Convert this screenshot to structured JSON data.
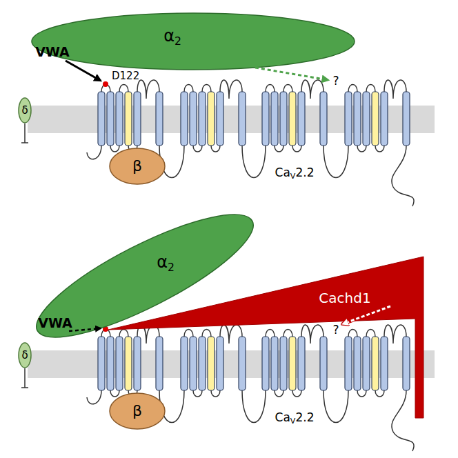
{
  "diagram": {
    "nodes": [
      {
        "text": [
          "α2",
          "VWA"
        ]
      },
      {
        "text": [
          "δ"
        ]
      },
      {
        "text": [
          "β"
        ]
      },
      {
        "text": [
          "α2",
          "VWA"
        ]
      },
      {
        "text": [
          "δ"
        ]
      },
      {
        "text": [
          "Cachd1"
        ]
      },
      {
        "text": [
          "β"
        ]
      }
    ],
    "labels": [
      "D122",
      "?",
      "CaV2.2",
      "?",
      "CaV2.2"
    ]
  }
}
